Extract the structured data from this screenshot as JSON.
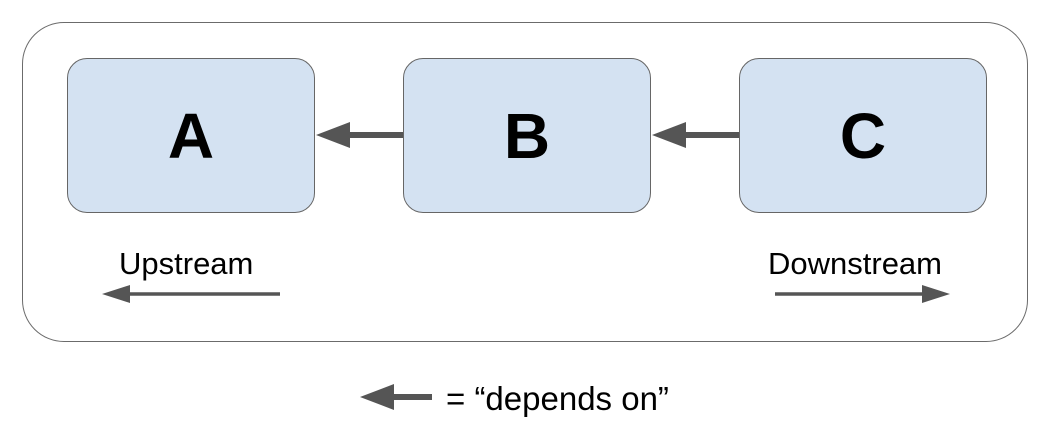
{
  "diagram": {
    "nodes": [
      {
        "id": "A",
        "label": "A"
      },
      {
        "id": "B",
        "label": "B"
      },
      {
        "id": "C",
        "label": "C"
      }
    ],
    "edges": [
      {
        "from": "B",
        "to": "A"
      },
      {
        "from": "C",
        "to": "B"
      }
    ],
    "direction_labels": {
      "upstream": "Upstream",
      "downstream": "Downstream"
    },
    "legend": {
      "text": "= “depends on”"
    }
  },
  "colors": {
    "node_fill": "#d4e2f2",
    "node_border": "#666666",
    "arrow": "#555555",
    "frame_border": "#6b6b6b"
  }
}
